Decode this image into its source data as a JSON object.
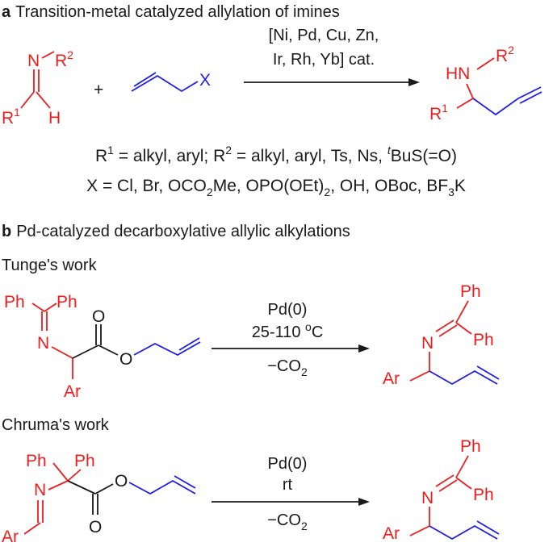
{
  "section_a": {
    "letter": "a",
    "title": "Transition-metal catalyzed allylation of imines",
    "imine": {
      "N": "N",
      "R2": "R",
      "R2_sup": "2",
      "R1": "R",
      "R1_sup": "1",
      "H": "H"
    },
    "plus": "+",
    "allyl_X": "X",
    "conditions_line1": "[Ni, Pd, Cu, Zn,",
    "conditions_line2": "Ir, Rh, Yb] cat.",
    "product": {
      "HN": "HN",
      "R2": "R",
      "R2_sup": "2",
      "R1": "R",
      "R1_sup": "1"
    },
    "def1": {
      "r1": "R",
      "r1_sup": "1",
      "r1_text": " = alkyl, aryl; ",
      "r2": "R",
      "r2_sup": "2",
      "r2_text": " = alkyl, aryl, Ts, Ns, ",
      "tbu_sup": "t",
      "tbu_text": "BuS(=O)"
    },
    "def2": {
      "a": "X = Cl, Br, OCO",
      "a_sub": "2",
      "b": "Me, OPO(OEt)",
      "b_sub": "2",
      "c": ", OH, OBoc, BF",
      "c_sub": "3",
      "d": "K"
    }
  },
  "section_b": {
    "letter": "b",
    "title": "Pd-catalyzed decarboxylative allylic alkylations",
    "tunge": {
      "label": "Tunge's work",
      "sm": {
        "Ph1": "Ph",
        "Ph2": "Ph",
        "N": "N",
        "O1": "O",
        "O2": "O",
        "Ar": "Ar"
      },
      "cond1": "Pd(0)",
      "cond2": "25-110 ",
      "cond2_sup": "o",
      "cond2_end": "C",
      "cond3": "−CO",
      "cond3_sub": "2",
      "prod": {
        "Ph1": "Ph",
        "Ph2": "Ph",
        "N": "N",
        "Ar": "Ar"
      }
    },
    "chruma": {
      "label": "Chruma's work",
      "sm": {
        "Ph1": "Ph",
        "Ph2": "Ph",
        "N": "N",
        "O1": "O",
        "O2": "O",
        "Ar": "Ar"
      },
      "cond1": "Pd(0)",
      "cond2": "rt",
      "cond3": "−CO",
      "cond3_sub": "2",
      "prod": {
        "Ph1": "Ph",
        "Ph2": "Ph",
        "N": "N",
        "Ar": "Ar"
      }
    }
  },
  "colors": {
    "text": "#1a1a1a",
    "imine_red": "#ee1c1c",
    "allyl_blue": "#1c1cee"
  }
}
